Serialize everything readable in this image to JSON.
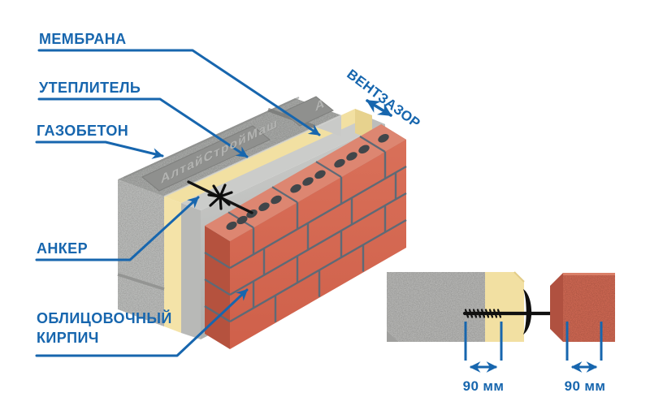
{
  "labels": {
    "membrane": "МЕМБРАНА",
    "insulation": "УТЕПЛИТЕЛЬ",
    "aerated_concrete": "ГАЗОБЕТОН",
    "anchor": "АНКЕР",
    "facing_brick_line1": "ОБЛИЦОВОЧНЫЙ",
    "facing_brick_line2": "КИРПИЧ",
    "vent_gap": "ВЕНТЗАЗОР"
  },
  "brand": {
    "embossed_text": "АлтайСтройМаш",
    "embossed_text_partial": "А"
  },
  "dimensions": {
    "anchor_embedment": "90 мм",
    "brick_width": "90 мм"
  },
  "colors": {
    "accent_blue": "#1766ae",
    "brick_front": "#d4674f",
    "brick_top": "#dd8671",
    "brick_end": "#b5523e",
    "insulation_yellow": "#f2e0a2",
    "concrete_gray": "#b9bab8",
    "membrane_gray": "#c6c7c5",
    "anchor_black": "#101010"
  }
}
